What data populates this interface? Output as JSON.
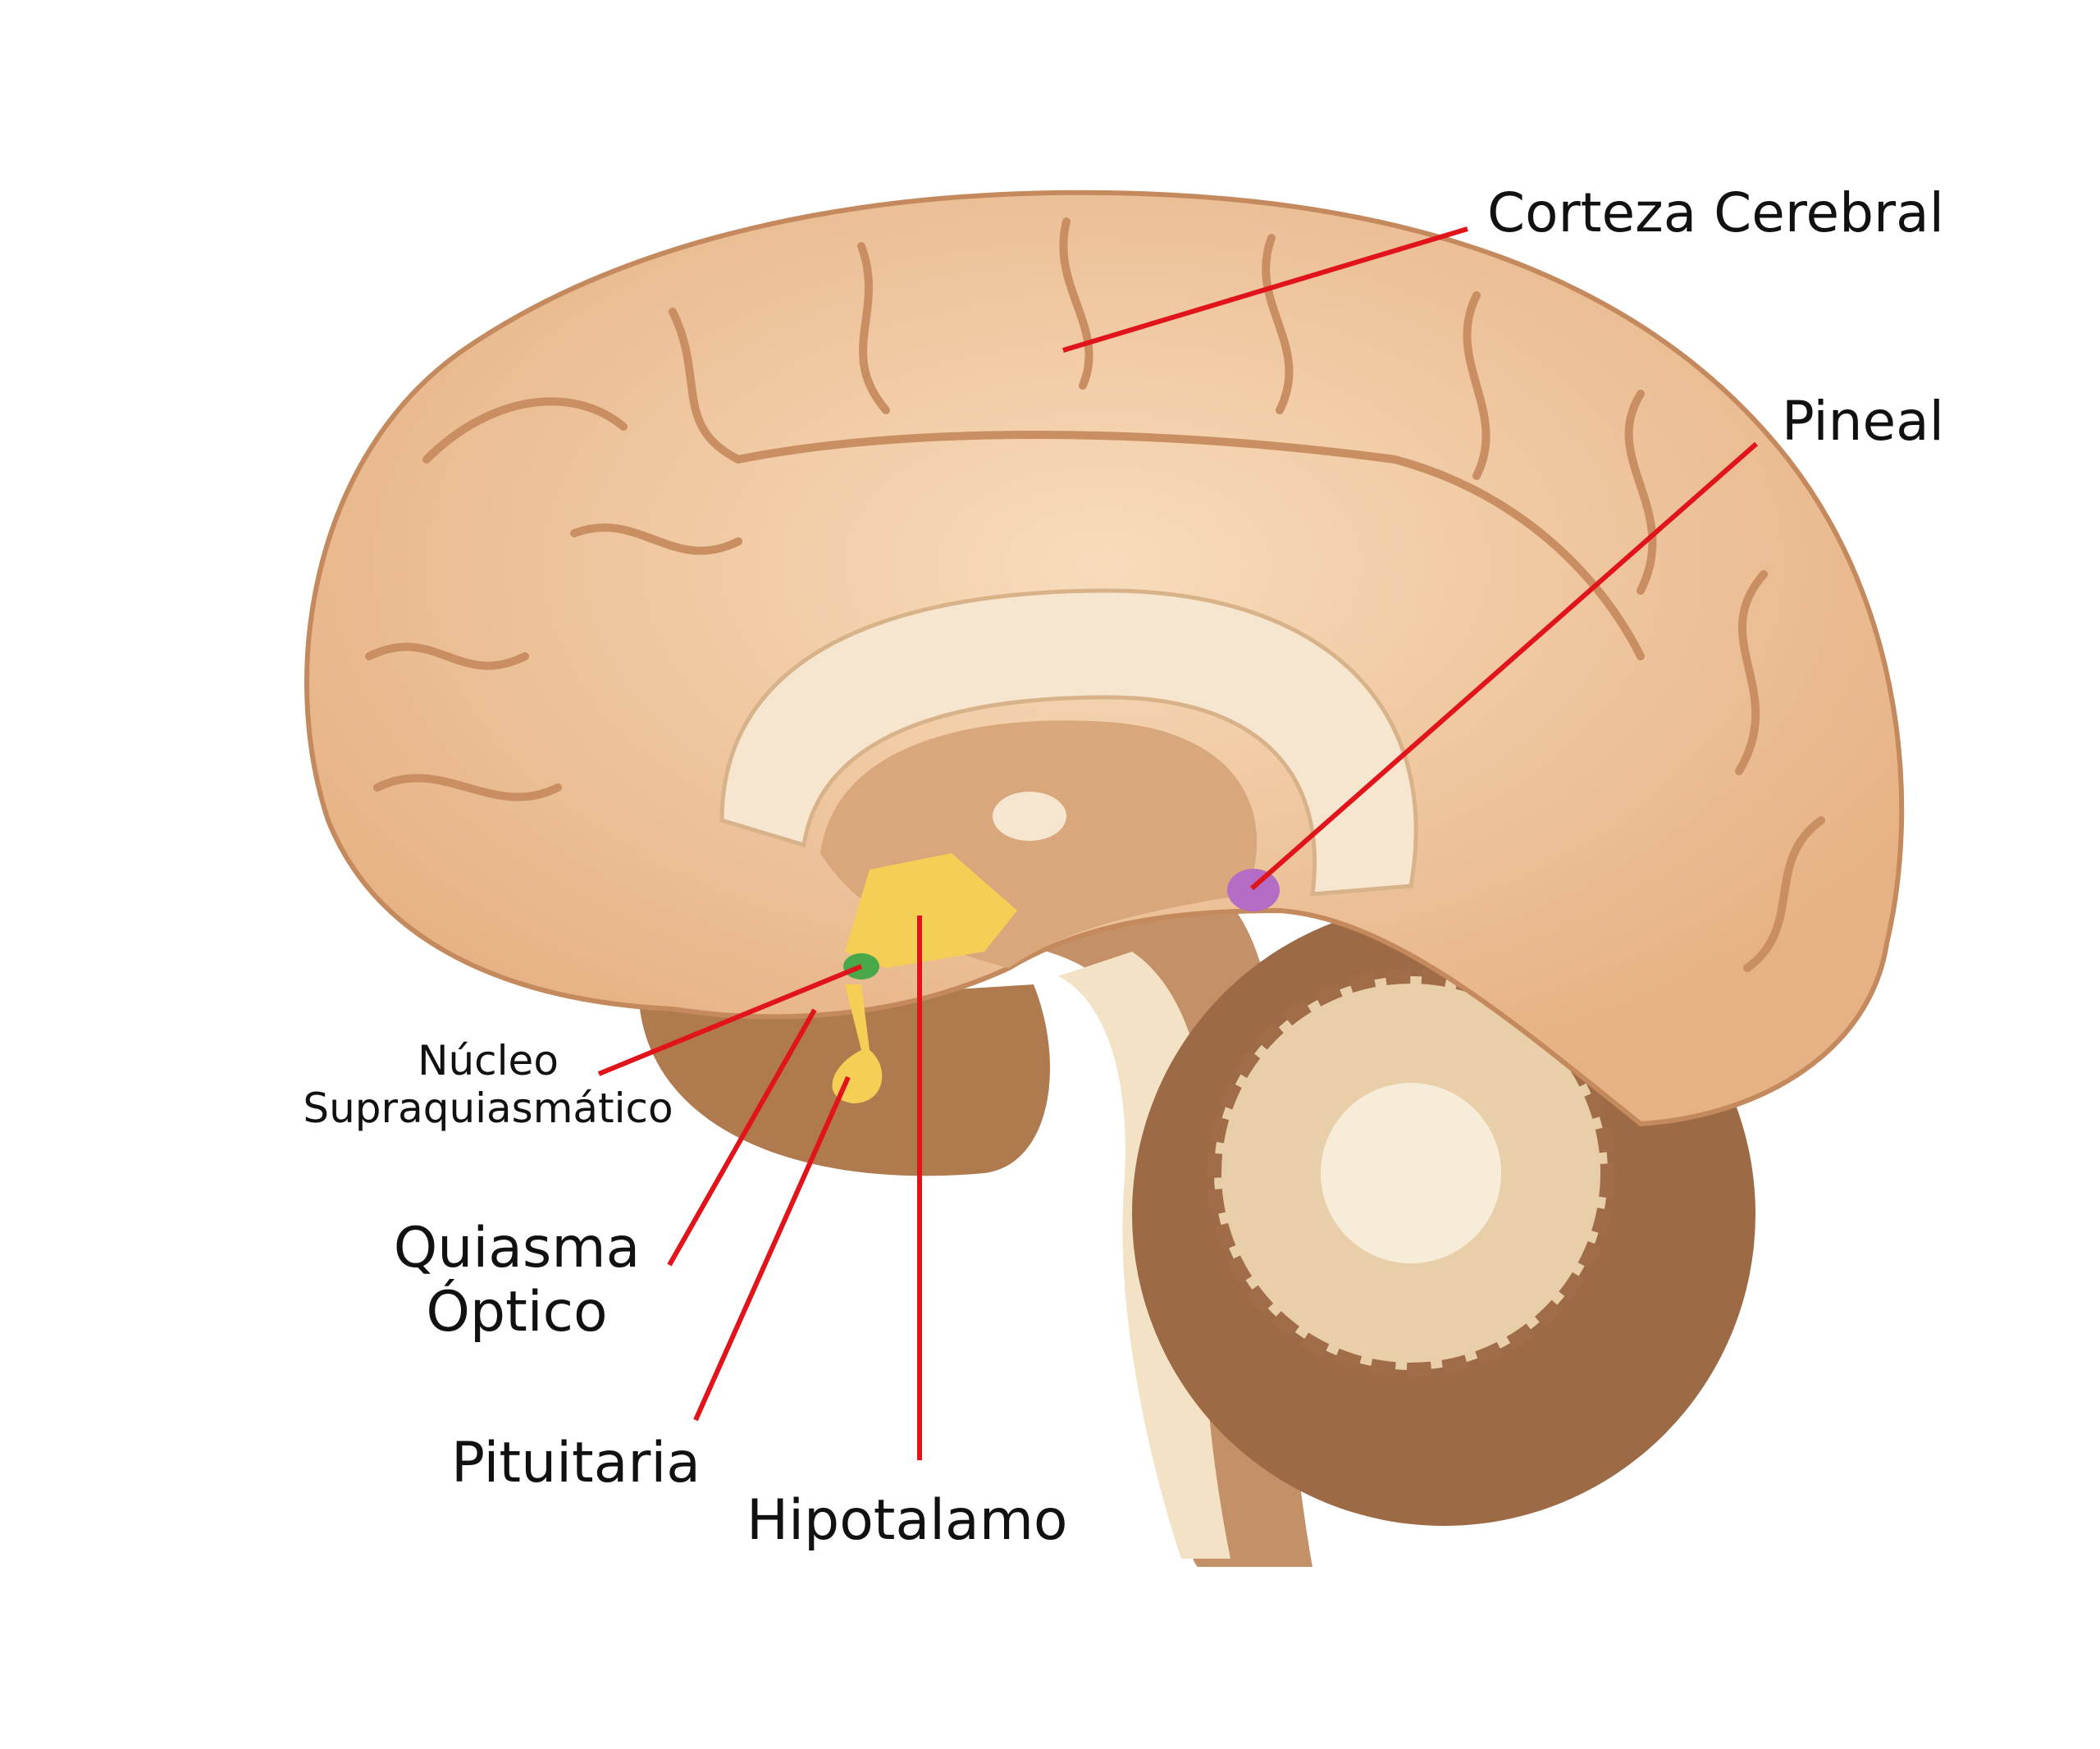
{
  "labels": {
    "cortex": "Corteza Cerebral",
    "pineal": "Pineal",
    "scn_line1": "Núcleo",
    "scn_line2": "Supraquiasmático",
    "chiasm_line1": "Quiasma",
    "chiasm_line2": "Óptico",
    "pituitary": "Pituitaria",
    "hypothalamus": "Hipotalamo"
  },
  "colors": {
    "cortex": "#f1c9a0",
    "cortex_shadow": "#d9a477",
    "white_matter": "#f6e6cf",
    "brainstem": "#b7825a",
    "cerebellum": "#9c6a45",
    "hypothalamus": "#f5cf55",
    "pineal": "#b56cc4",
    "scn": "#49a84a",
    "leader_line": "#e0141a"
  }
}
